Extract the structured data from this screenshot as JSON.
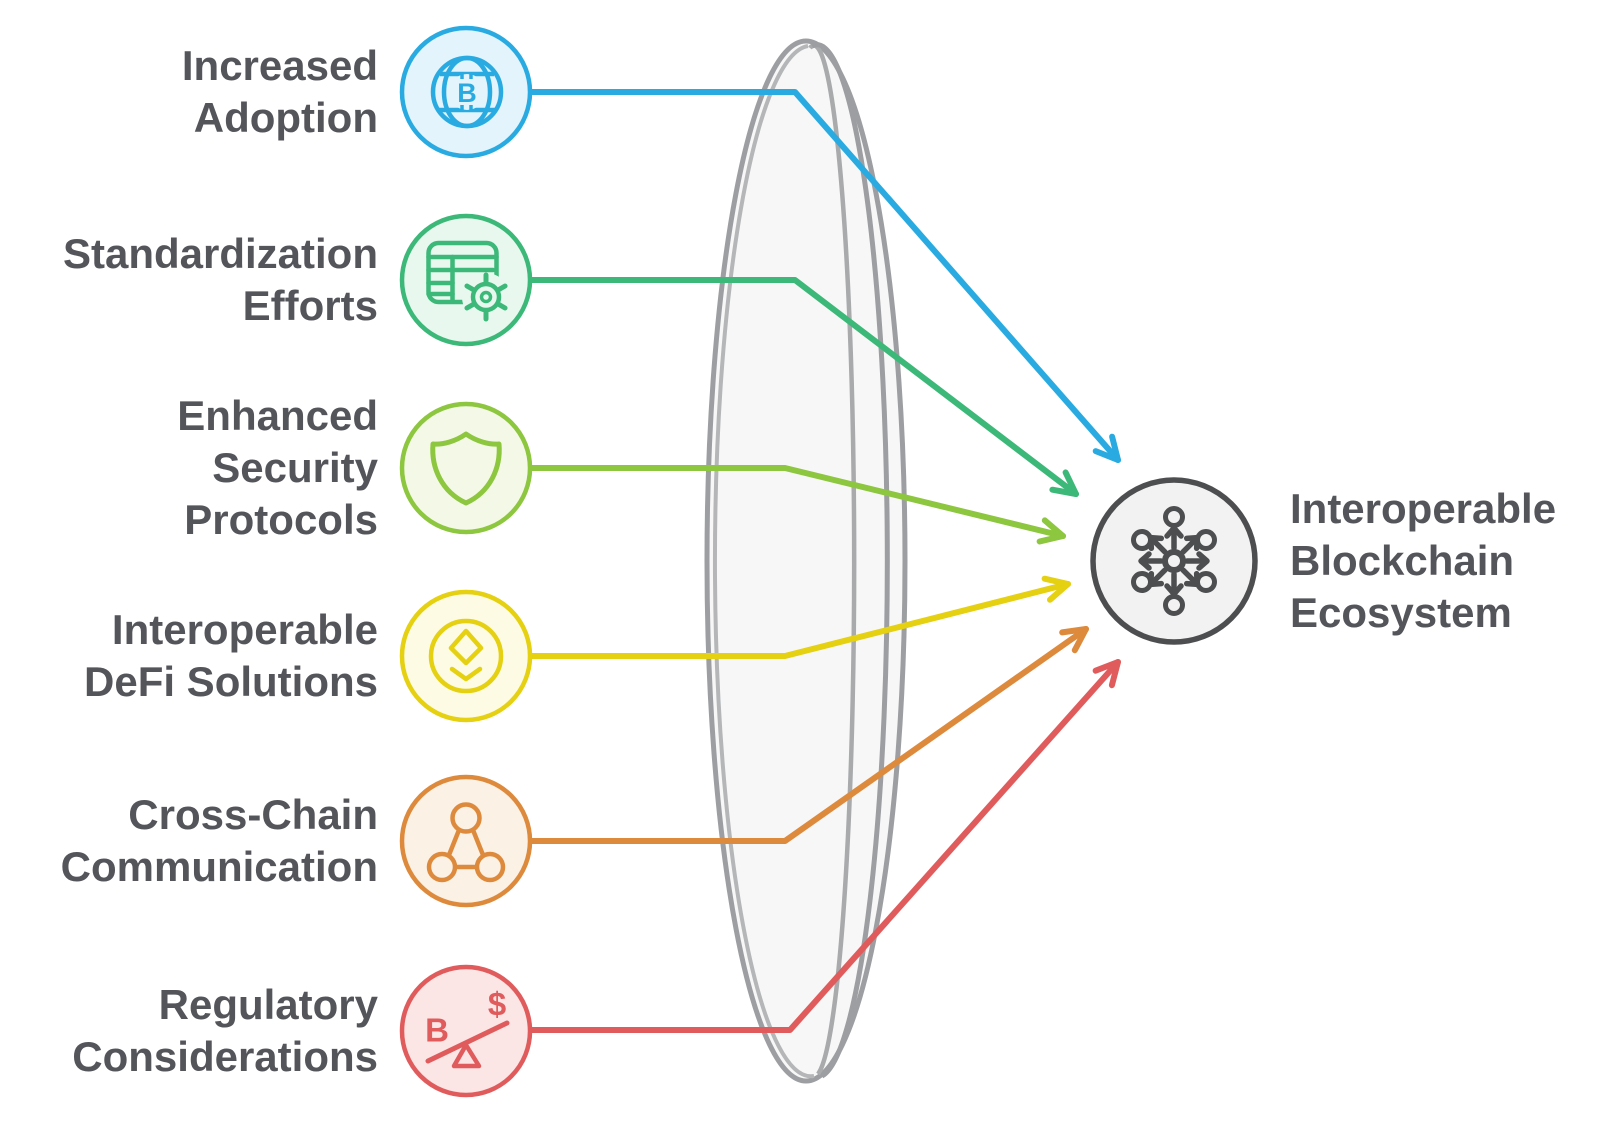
{
  "canvas": {
    "background": "#ffffff"
  },
  "text_color": "#54555a",
  "lens": {
    "fill": "#f7f7f7",
    "stroke": "#9c9ea1"
  },
  "sources": [
    {
      "id": "increased-adoption",
      "label": "Increased\nAdoption",
      "color": "#29abe2",
      "fill": "#e3f4fc",
      "icon": "globe-bitcoin-icon"
    },
    {
      "id": "standardization-efforts",
      "label": "Standardization\nEfforts",
      "color": "#3cb878",
      "fill": "#e8f8ef",
      "icon": "table-gear-icon"
    },
    {
      "id": "enhanced-security",
      "label": "Enhanced\nSecurity\nProtocols",
      "color": "#8dc63f",
      "fill": "#f4f9e7",
      "icon": "shield-icon"
    },
    {
      "id": "interoperable-defi",
      "label": "Interoperable\nDeFi Solutions",
      "color": "#e5d011",
      "fill": "#fdfbe4",
      "icon": "defi-coin-icon"
    },
    {
      "id": "cross-chain",
      "label": "Cross-Chain\nCommunication",
      "color": "#dd8a3d",
      "fill": "#fcf1e5",
      "icon": "network-triangle-icon"
    },
    {
      "id": "regulatory",
      "label": "Regulatory\nConsiderations",
      "color": "#e05c5c",
      "fill": "#fbe5e5",
      "icon": "balance-seesaw-icon"
    }
  ],
  "target": {
    "id": "interoperable-blockchain-ecosystem",
    "label": "Interoperable\nBlockchain\nEcosystem",
    "color": "#4d4e50",
    "fill": "#f2f2f2",
    "icon": "hub-network-icon"
  },
  "glyphs": {
    "bitcoin_b": "B",
    "balance_b": "B",
    "balance_dollar": "$"
  }
}
